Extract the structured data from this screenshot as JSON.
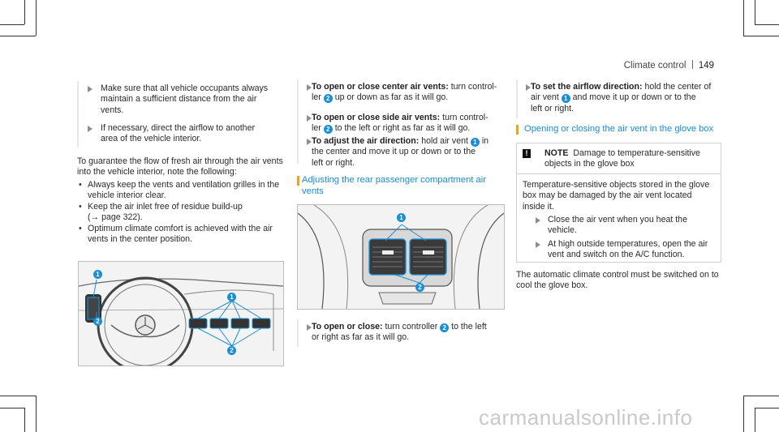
{
  "header": {
    "section": "Climate control",
    "page_number": "149"
  },
  "left_column": {
    "bullets_arrow": [
      "Make sure that all vehicle occupants always maintain a sufficient distance from the air vents.",
      "If necessary, direct the airflow to another area of the vehicle interior."
    ],
    "intro": "To guarantee the flow of fresh air through the air vents into the vehicle interior, note the following:",
    "dot_list": [
      "Always keep the vents and ventilation grilles in the vehicle interior clear.",
      "Keep the air inlet free of residue build-up",
      "Optimum climate comfort is achieved with the air vents in the center position."
    ],
    "page_ref": "(→ page 322).",
    "figure_callouts": [
      "1",
      "2",
      "1",
      "2"
    ]
  },
  "middle_column": {
    "step1_bold": "To open or close center air vents:",
    "step1_text_a": "turn control-",
    "step1_text_b": "ler",
    "step1_text_c": "up or down as far as it will go.",
    "step2_bold": "To open or close side air vents:",
    "step2_text_a": "turn control-",
    "step2_text_b": "ler",
    "step2_text_c": "to the left or right as far as it will go.",
    "step3_bold": "To adjust the air direction:",
    "step3_text_a": "hold air vent",
    "step3_text_b": "in",
    "step3_text_c": "the center and move it up or down or to the",
    "step3_text_d": "left or right.",
    "heading_line1": "Adjusting the rear passenger compartment air",
    "heading_line2": "vents",
    "figure_callouts": [
      "1",
      "2"
    ],
    "step4_bold": "To open or close:",
    "step4_text_a": "turn controller",
    "step4_text_b": "to the left",
    "step4_text_c": "or right as far as it will go."
  },
  "right_column": {
    "step_bold": "To set the airflow direction:",
    "step_text_a": "hold the center of",
    "step_text_b": "air vent",
    "step_text_c": "and move it up or down or to the",
    "step_text_d": "left or right.",
    "heading": "Opening or closing the air vent in the glove box",
    "note": {
      "icon": "!",
      "label": "NOTE",
      "title_a": "Damage to temperature-sensitive",
      "title_b": "objects in the glove box",
      "body": "Temperature-sensitive objects stored in the glove box may be damaged by the air vent located inside it.",
      "bullet1": "Close the air vent when you heat the vehicle.",
      "bullet2": "At high outside temperatures, open the air vent and switch on the A/C function."
    },
    "closing": "The automatic climate control must be switched on to cool the glove box."
  },
  "callouts": {
    "one": "1",
    "two": "2"
  },
  "footer": {
    "watermark": "carmanualsonline.info"
  },
  "colors": {
    "accent_blue": "#1a8ccf",
    "heading_bar": "#e8a620",
    "callout_blue": "#1b8ed3"
  }
}
